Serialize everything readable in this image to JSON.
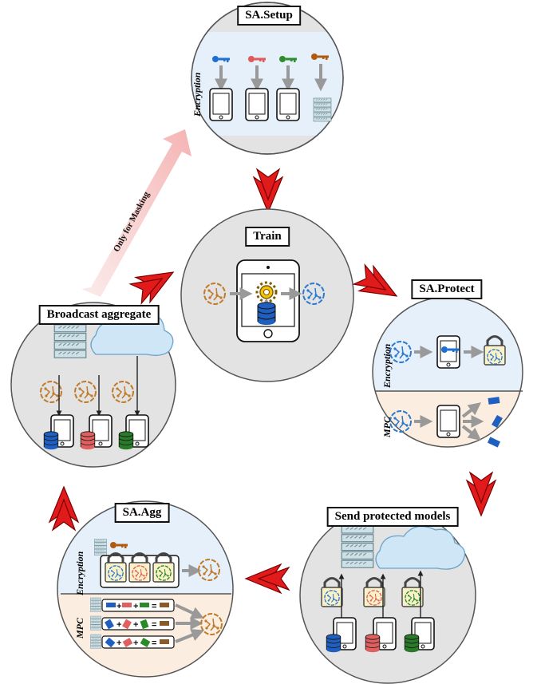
{
  "nodes": {
    "setup": {
      "title": "SA.Setup",
      "section": "Encryption"
    },
    "train": {
      "title": "Train"
    },
    "protect": {
      "title": "SA.Protect",
      "section_top": "Encryption",
      "section_bottom": "MPC"
    },
    "send": {
      "title": "Send protected models"
    },
    "agg": {
      "title": "SA.Agg",
      "section_top": "Encryption",
      "section_bottom": "MPC"
    },
    "broadcast": {
      "title": "Broadcast aggregate"
    }
  },
  "edge_labels": {
    "masking": "Only for Masking"
  },
  "colors": {
    "circle_gray": "#e3e3e3",
    "section_blue": "#e6f0fa",
    "section_peach": "#fbeee0",
    "arrow_red": "#e11b1b",
    "key_blue": "#1f6fd1",
    "key_red": "#e05a5a",
    "key_green": "#2e8b2e",
    "key_brown": "#b05a10",
    "server": "#cfe0e6",
    "cloud": "#cfe6f7",
    "db_blue": "#1f5fbf",
    "db_red": "#e06060",
    "db_green": "#2a7a2a"
  },
  "icons": [
    "key-icon",
    "phone-icon",
    "server-icon",
    "cloud-icon",
    "database-icon",
    "brain-icon",
    "gear-icon",
    "lock-icon"
  ]
}
